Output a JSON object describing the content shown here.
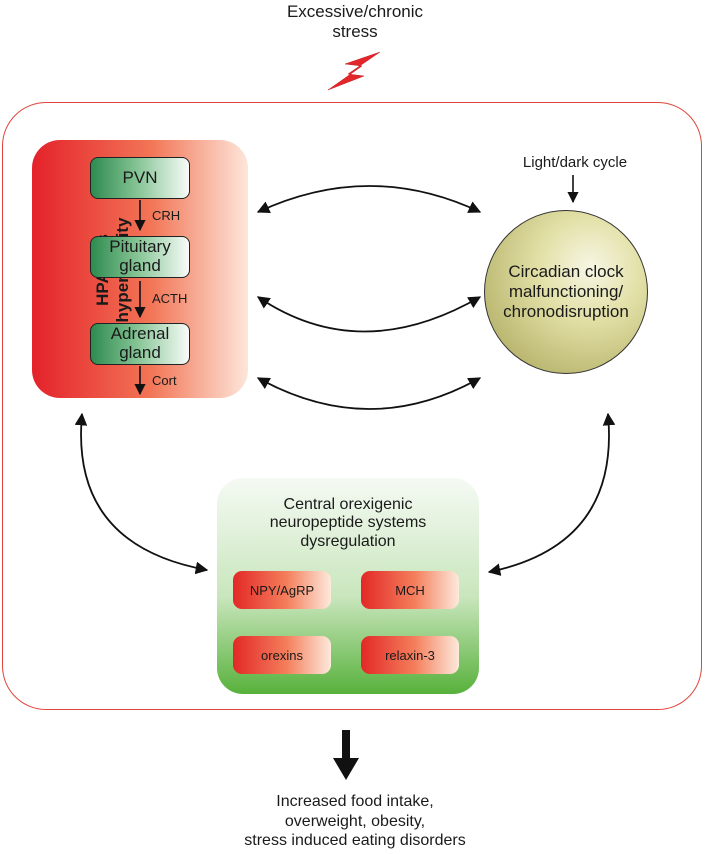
{
  "stress": {
    "line1": "Excessive/chronic",
    "line2": "stress"
  },
  "hpa": {
    "label_line1": "HPA axis",
    "label_line2": "hyperactivity",
    "pvn": "PVN",
    "pituitary_line1": "Pituitary",
    "pituitary_line2": "gland",
    "adrenal_line1": "Adrenal",
    "adrenal_line2": "gland",
    "crh": "CRH",
    "acth": "ACTH",
    "cort": "Cort"
  },
  "circadian": {
    "light_dark": "Light/dark cycle",
    "line1": "Circadian clock",
    "line2": "malfunctioning/",
    "line3": "chronodisruption"
  },
  "neuropeptide": {
    "line1": "Central orexigenic",
    "line2": "neuropeptide systems",
    "line3": "dysregulation",
    "npy": "NPY/AgRP",
    "mch": "MCH",
    "orexins": "orexins",
    "relaxin": "relaxin-3"
  },
  "outcome": {
    "line1": "Increased food intake,",
    "line2": "overweight, obesity,",
    "line3": "stress induced eating disorders"
  },
  "colors": {
    "frame": "#e0443a",
    "lightning": "#e3262a",
    "hpa_red": "#e4222a",
    "gland_green": "#2e8b4f",
    "circle_olive": "#a5a154",
    "neuro_green": "#57b13b",
    "arrows": "#111111"
  }
}
